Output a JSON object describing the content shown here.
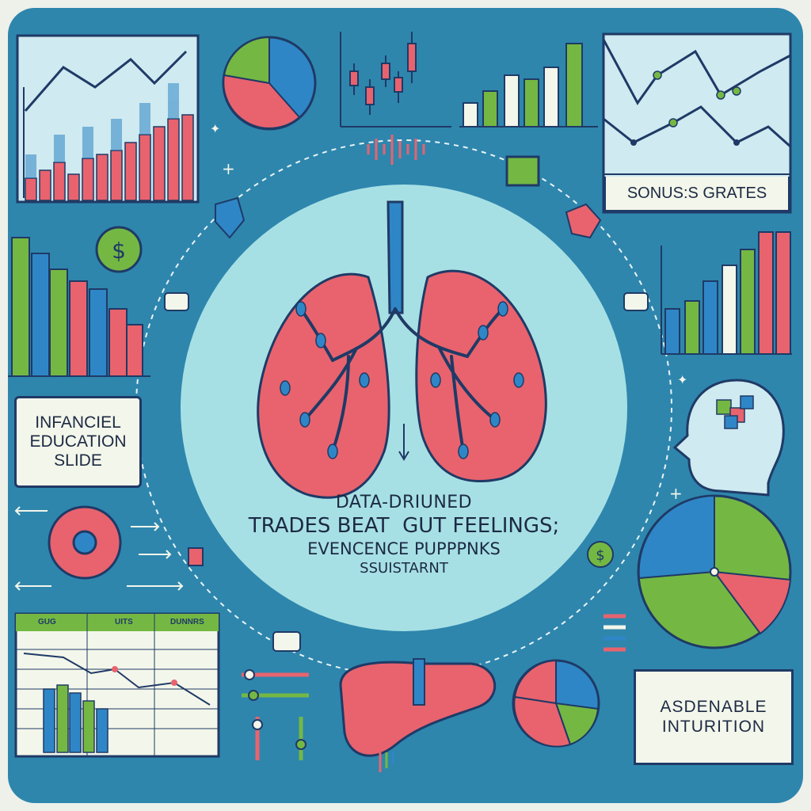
{
  "center": {
    "line1": "DATA-DRIUNED",
    "line2": "TRADES BEAT  GUT FEELINGS;",
    "line3": "EVENCENCE PUPPPNKS",
    "line4": "SSUISTARNT"
  },
  "labels": {
    "top_right": "SONUS:S GRATES",
    "left_box": [
      "INFANCIEL",
      "EDUCATION",
      "SLIDE"
    ],
    "bottom_right": [
      "ASDENABLE",
      "INTURITION"
    ]
  },
  "table_headers": [
    "GUG",
    "UITS",
    "DUNNRS"
  ],
  "colors": {
    "background": "#2e86ad",
    "bubble": "#a7e0e4",
    "lung": "#e8636e",
    "green": "#74b843",
    "blue": "#2f86c6",
    "navy": "#1f3a66",
    "paper": "#f3f6ea"
  }
}
